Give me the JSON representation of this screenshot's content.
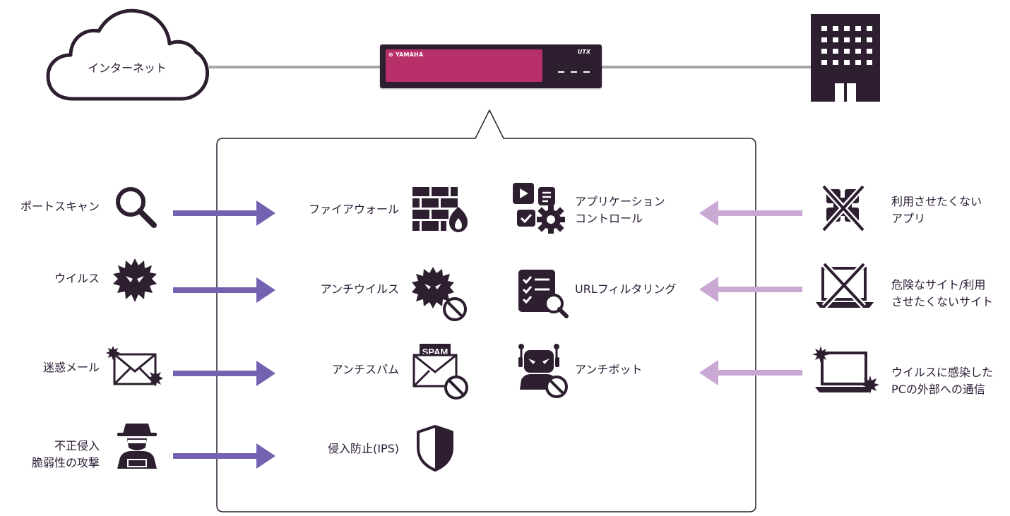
{
  "network": {
    "internet_label": "インターネット",
    "device_brand": "YAMAHA",
    "device_model": "UTX"
  },
  "functions": [
    {
      "label": "ファイアウォール",
      "icon": "firewall-icon"
    },
    {
      "label": "アンチウイルス",
      "icon": "antivirus-icon"
    },
    {
      "label": "アンチスパム",
      "icon": "antispam-icon",
      "icon_text": "SPAM"
    },
    {
      "label": "侵入防止(IPS)",
      "icon": "shield-icon"
    },
    {
      "lines": [
        "アプリケーション",
        "コントロール"
      ],
      "icon": "app-control-icon"
    },
    {
      "label": "URLフィルタリング",
      "icon": "url-filter-icon"
    },
    {
      "label": "アンチボット",
      "icon": "antibot-icon"
    }
  ],
  "threats": [
    {
      "lines": [
        "ポートスキャン"
      ],
      "icon": "magnifier-icon"
    },
    {
      "lines": [
        "ウイルス"
      ],
      "icon": "virus-icon"
    },
    {
      "lines": [
        "迷惑メール"
      ],
      "icon": "spam-mail-icon"
    },
    {
      "lines": [
        "不正侵入",
        "脆弱性の攻撃"
      ],
      "icon": "hacker-icon"
    }
  ],
  "internal": [
    {
      "lines": [
        "利用させたくない",
        "アプリ"
      ],
      "icon": "blocked-app-icon"
    },
    {
      "lines": [
        "危険なサイト/利用",
        "させたくないサイト"
      ],
      "icon": "blocked-site-icon"
    },
    {
      "lines": [
        "ウイルスに感染した",
        "PCの外部への通信"
      ],
      "icon": "infected-pc-icon"
    }
  ],
  "colors": {
    "inbound_arrow": "#7461b0",
    "outbound_arrow": "#c9a8d4",
    "icon": "#2d1e30",
    "device_screen": "#b8306a",
    "connector": "#a6a6a6"
  }
}
